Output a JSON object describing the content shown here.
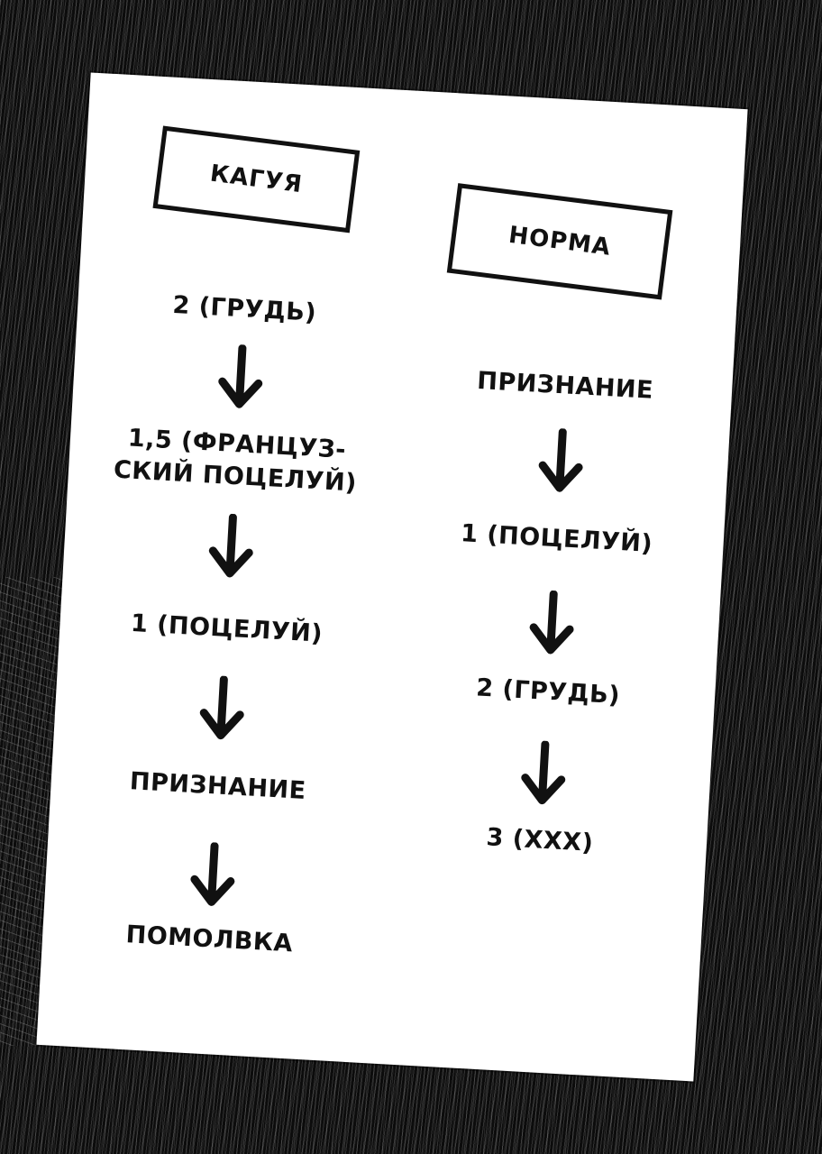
{
  "left_column": {
    "title": "КАГУЯ",
    "steps": [
      "2 (ГРУДЬ)",
      "1,5 (ФРАНЦУЗ-\nСКИЙ ПОЦЕЛУЙ)",
      "1 (ПОЦЕЛУЙ)",
      "ПРИЗНАНИЕ",
      "ПОМОЛВКА"
    ]
  },
  "right_column": {
    "title": "НОРМА",
    "steps": [
      "ПРИЗНАНИЕ",
      "1 (ПОЦЕЛУЙ)",
      "2 (ГРУДЬ)",
      "3 (XXX)"
    ]
  },
  "icons": {
    "flow_arrow": "arrow-down-icon"
  },
  "colors": {
    "ink": "#111111",
    "paper": "#ffffff",
    "background": "#0c0c0c"
  }
}
